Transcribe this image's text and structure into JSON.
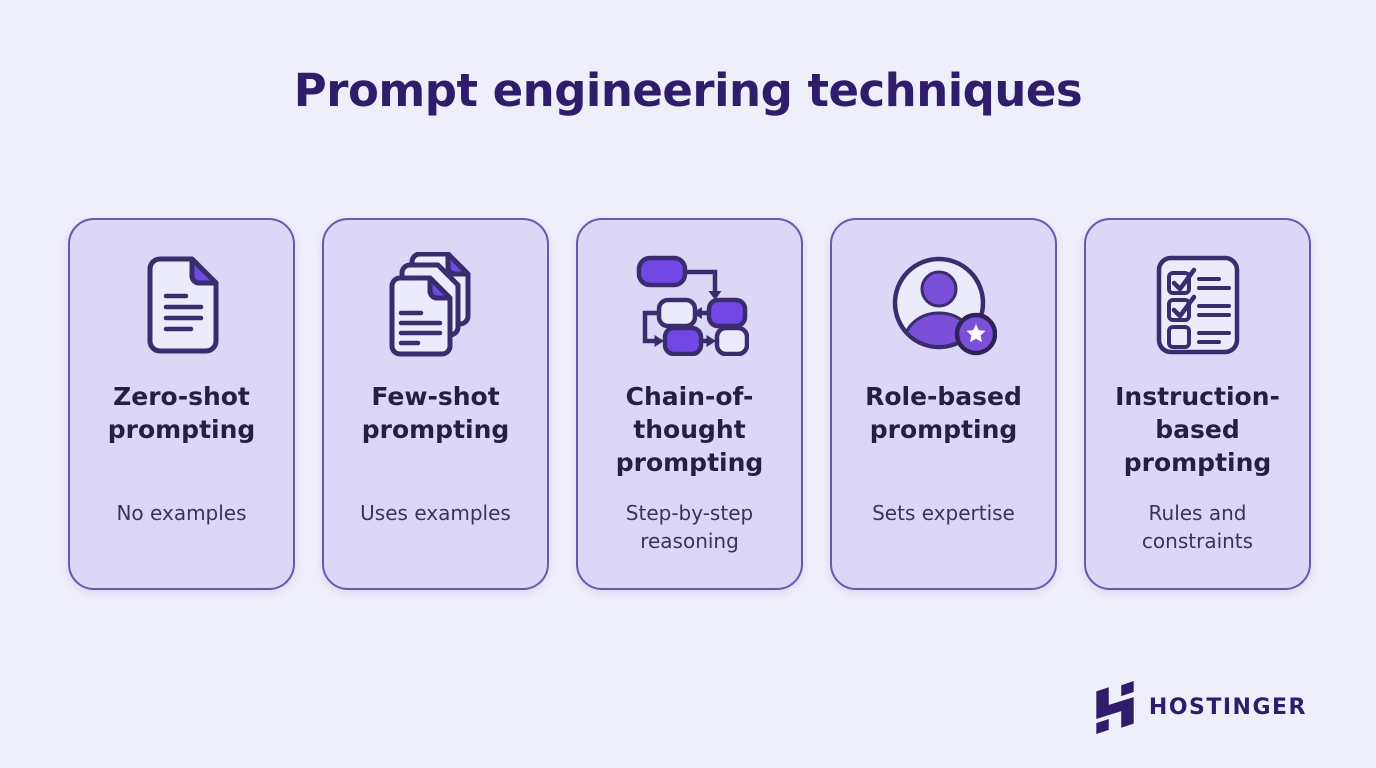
{
  "title": "Prompt engineering techniques",
  "cards": [
    {
      "icon": "document-icon",
      "title": "Zero-shot\nprompting",
      "subtitle": "No examples"
    },
    {
      "icon": "documents-stack-icon",
      "title": "Few-shot\nprompting",
      "subtitle": "Uses examples"
    },
    {
      "icon": "flowchart-icon",
      "title": "Chain-of-\nthought\nprompting",
      "subtitle": "Step-by-step\nreasoning"
    },
    {
      "icon": "user-star-icon",
      "title": "Role-based\nprompting",
      "subtitle": "Sets expertise"
    },
    {
      "icon": "checklist-icon",
      "title": "Instruction-\nbased\nprompting",
      "subtitle": "Rules and\nconstraints"
    }
  ],
  "footer": {
    "brand": "HOSTINGER"
  },
  "colors": {
    "page_background": "#efeefb",
    "card_background": "#dcd6f7",
    "card_border": "#6a58ac",
    "heading_text": "#2f1c6a",
    "card_title_text": "#251f45",
    "card_subtitle_text": "#3a3459",
    "icon_stroke": "#3a2d6e",
    "icon_fill_light": "#ecebfc",
    "icon_fill_purple": "#7148e6",
    "avatar_purple": "#7a50d8",
    "brand_purple": "#2f1c6a"
  }
}
